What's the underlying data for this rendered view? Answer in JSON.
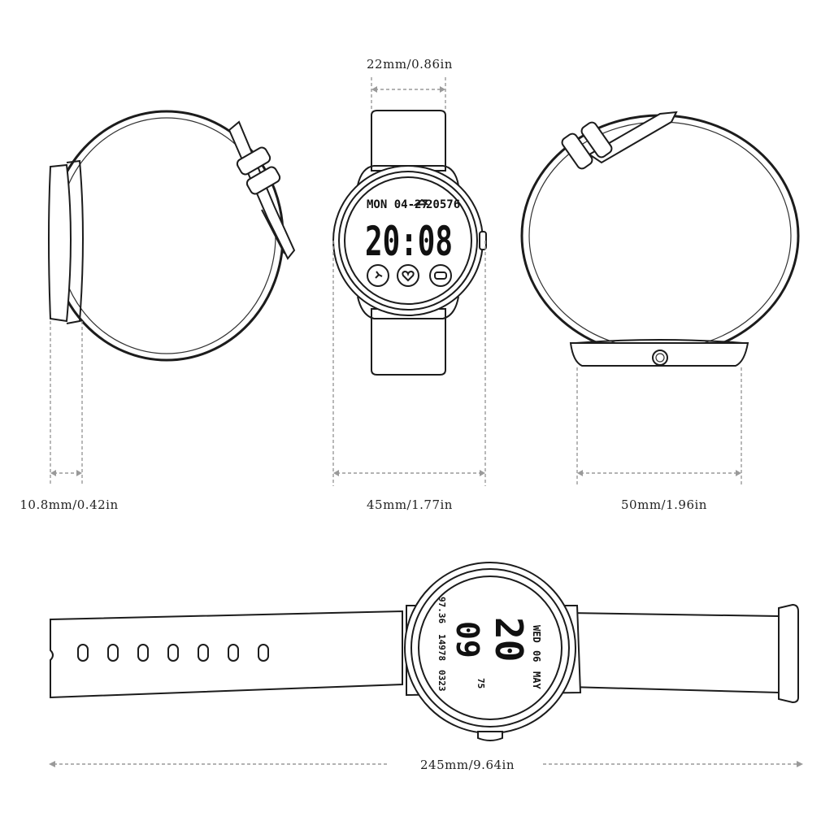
{
  "dimensions": {
    "band_width": "22mm/0.86in",
    "thickness": "10.8mm/0.42in",
    "case_diameter": "45mm/1.77in",
    "wrist_span": "50mm/1.96in",
    "total_length": "245mm/9.64in"
  },
  "front_screen": {
    "date": "MON 04-27",
    "steps": "20576",
    "time": "20:08",
    "icons": [
      "run-icon",
      "heart-icon",
      "battery-icon"
    ]
  },
  "flat_screen": {
    "hour": "20",
    "minute": "09",
    "day": "WED",
    "date": "06",
    "month": "MAY",
    "stat_left_1": "97.36",
    "stat_left_2": "14978",
    "stat_left_3": "0323",
    "heart": "75"
  },
  "colors": {
    "line": "#1c1c1c",
    "dimension_line": "#9a9a9a",
    "background": "#ffffff"
  }
}
